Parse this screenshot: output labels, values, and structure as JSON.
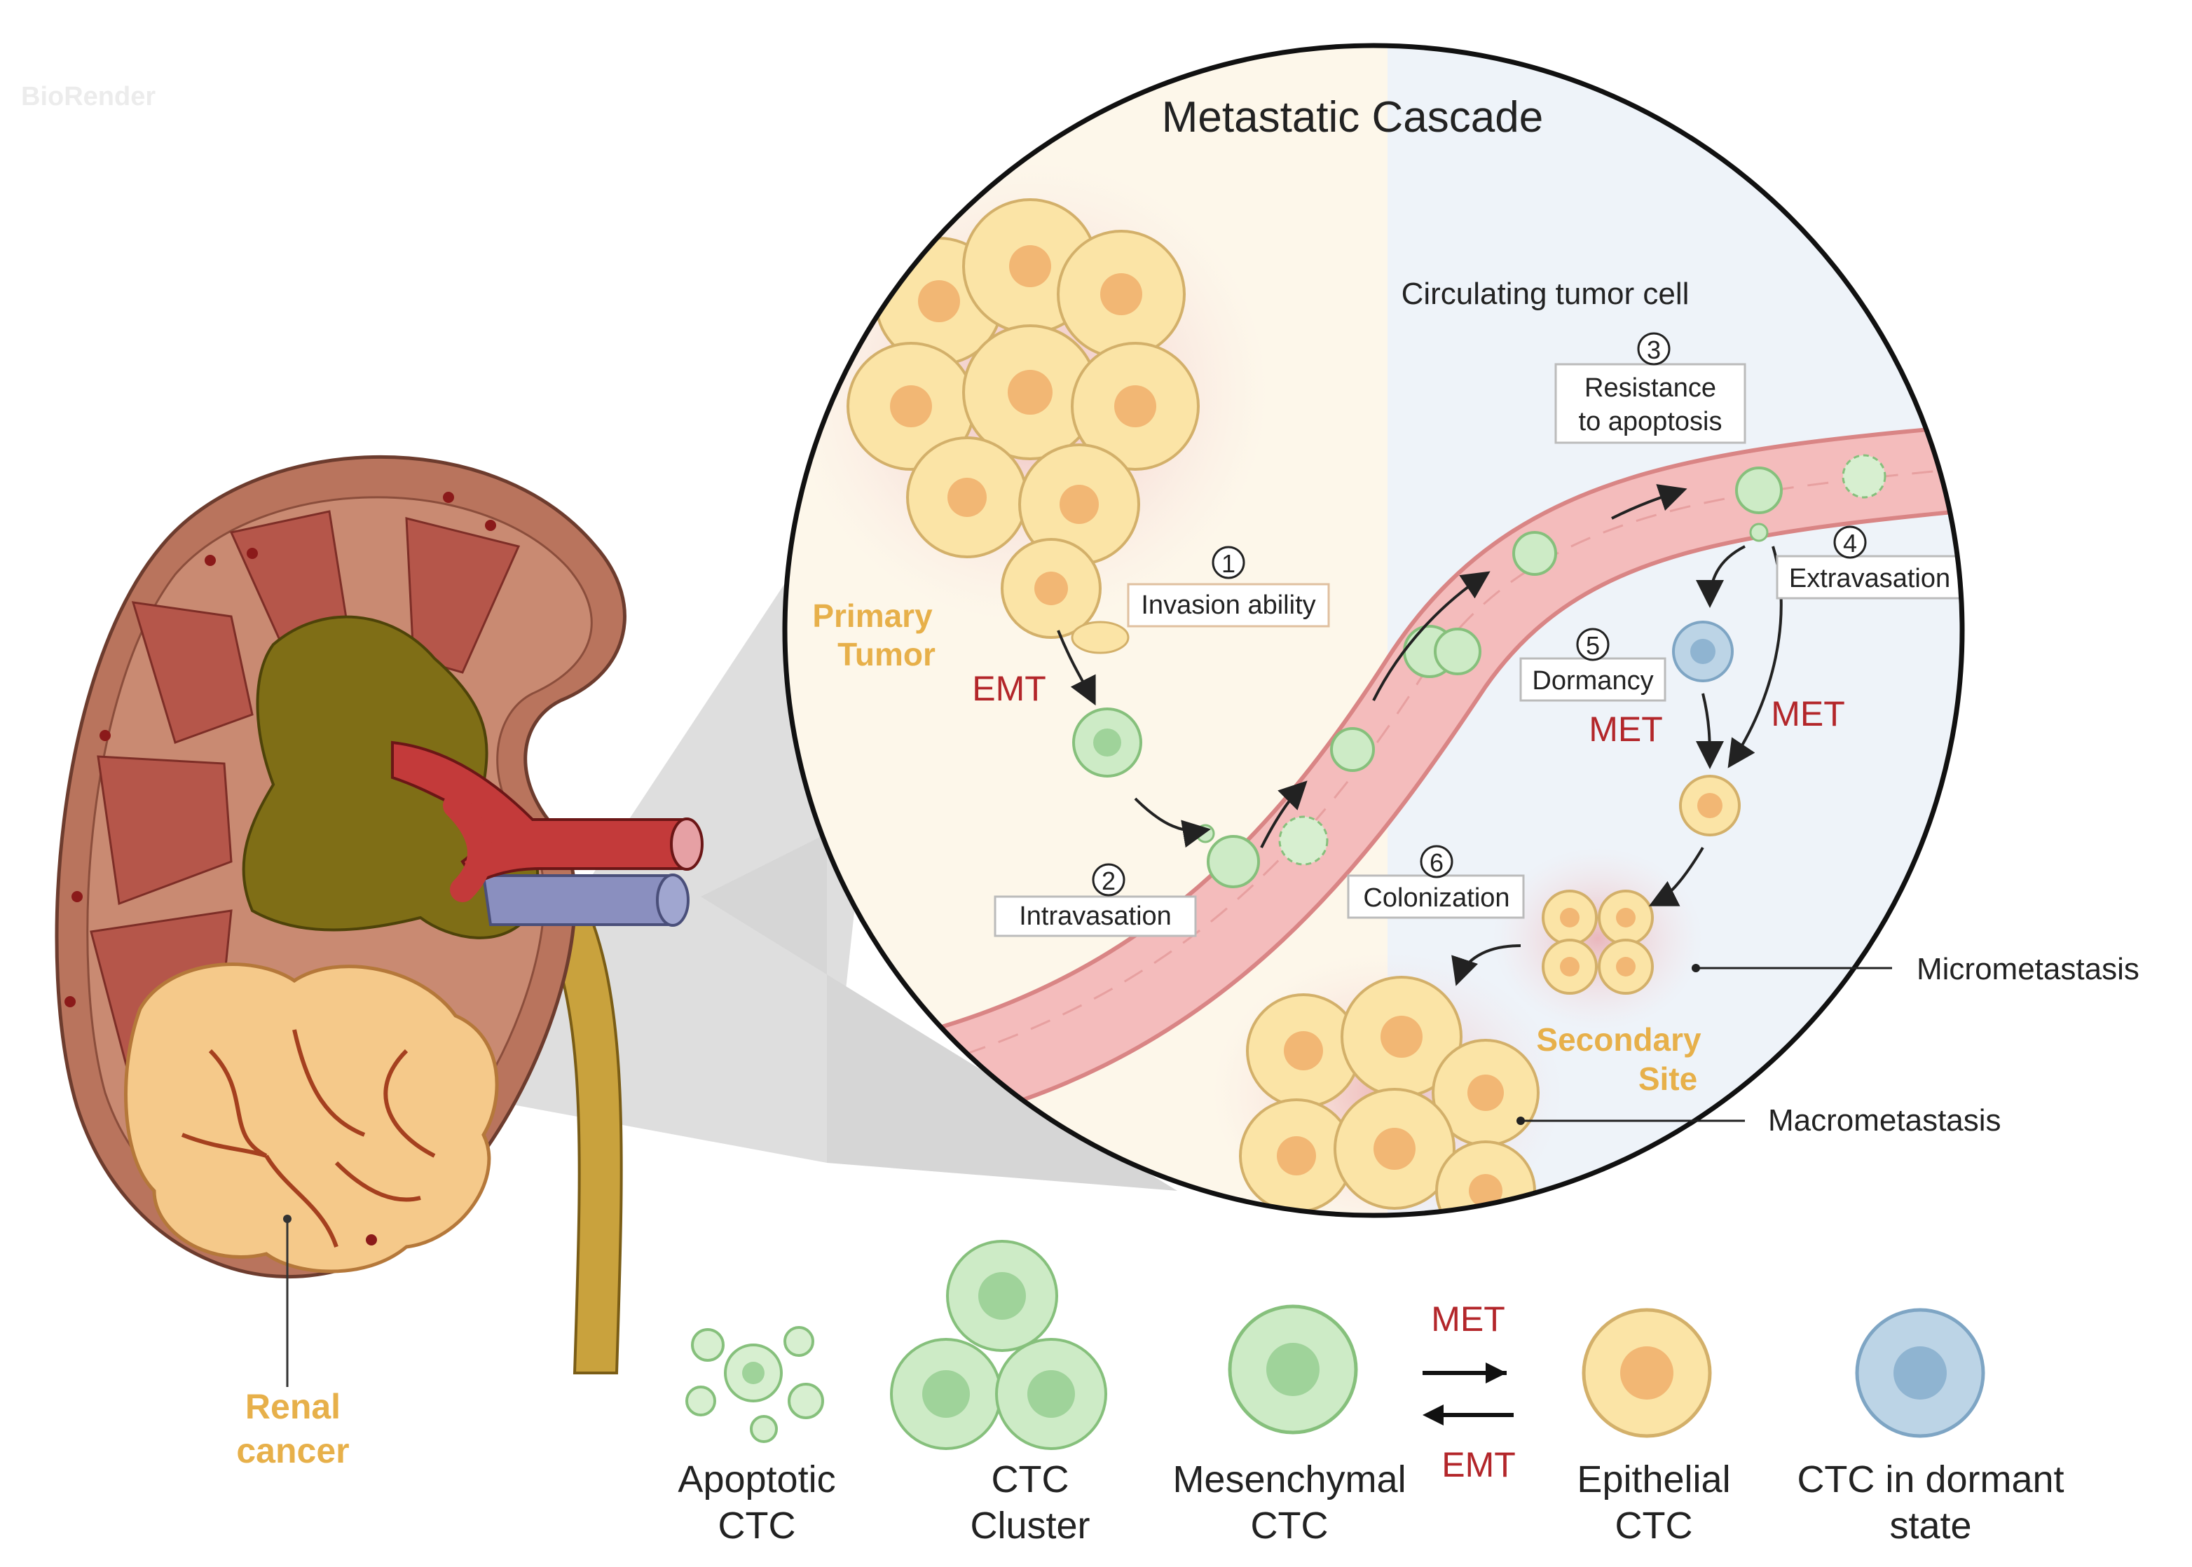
{
  "watermark": "BioRender",
  "title": "Metastatic Cascade",
  "kidney": {
    "label_line1": "Renal",
    "label_line2": "cancer"
  },
  "zoom": {
    "primary_tumor_line1": "Primary",
    "primary_tumor_line2": "Tumor",
    "secondary_site_line1": "Secondary",
    "secondary_site_line2": "Site",
    "circulating_label": "Circulating tumor cell",
    "emt_label": "EMT",
    "met_label_left": "MET",
    "met_label_right": "MET",
    "micrometastasis": "Micrometastasis",
    "macrometastasis": "Macrometastasis"
  },
  "steps": [
    {
      "num": "1",
      "line1": "Invasion ability",
      "line2": ""
    },
    {
      "num": "2",
      "line1": "Intravasation",
      "line2": ""
    },
    {
      "num": "3",
      "line1": "Resistance",
      "line2": "to apoptosis"
    },
    {
      "num": "4",
      "line1": "Extravasation",
      "line2": ""
    },
    {
      "num": "5",
      "line1": "Dormancy",
      "line2": ""
    },
    {
      "num": "6",
      "line1": "Colonization",
      "line2": ""
    }
  ],
  "legend": {
    "items": [
      {
        "line1": "Apoptotic",
        "line2": "CTC"
      },
      {
        "line1": "CTC",
        "line2": "Cluster"
      },
      {
        "line1": "Mesenchymal",
        "line2": "CTC"
      },
      {
        "line1": "Epithelial",
        "line2": "CTC"
      },
      {
        "line1": "CTC in dormant",
        "line2": "state"
      }
    ],
    "met_arrow_label": "MET",
    "emt_arrow_label": "EMT"
  },
  "colors": {
    "tumor_fill": "#f9e3a8",
    "tumor_core": "#f2b774",
    "ctc_green": "#cdebc6",
    "ctc_core": "#9fd39a",
    "dormant_blue": "#bcd4e6",
    "vessel_pink": "#f1b3b3",
    "accent_red": "#b3262a",
    "label_gold": "#e7b04a"
  }
}
